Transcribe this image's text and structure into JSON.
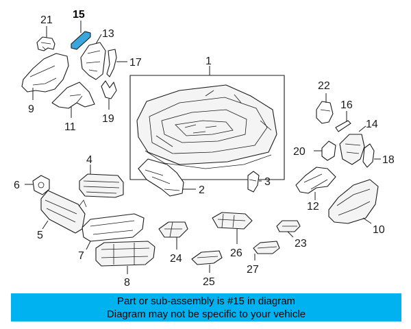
{
  "callouts": {
    "c1": "1",
    "c2": "2",
    "c3": "3",
    "c4": "4",
    "c5": "5",
    "c6": "6",
    "c7": "7",
    "c8": "8",
    "c9": "9",
    "c10": "10",
    "c11": "11",
    "c12": "12",
    "c13": "13",
    "c14": "14",
    "c15": "15",
    "c16": "16",
    "c17": "17",
    "c18": "18",
    "c19": "19",
    "c20": "20",
    "c21": "21",
    "c22": "22",
    "c23": "23",
    "c24": "24",
    "c25": "25",
    "c26": "26",
    "c27": "27"
  },
  "highlight": {
    "part": "15",
    "color": "#3aa6dc"
  },
  "banner": {
    "line1": "Part or sub-assembly is #15 in diagram",
    "line2": "Diagram may not be specific to your vehicle",
    "color": "#00b2f0"
  }
}
